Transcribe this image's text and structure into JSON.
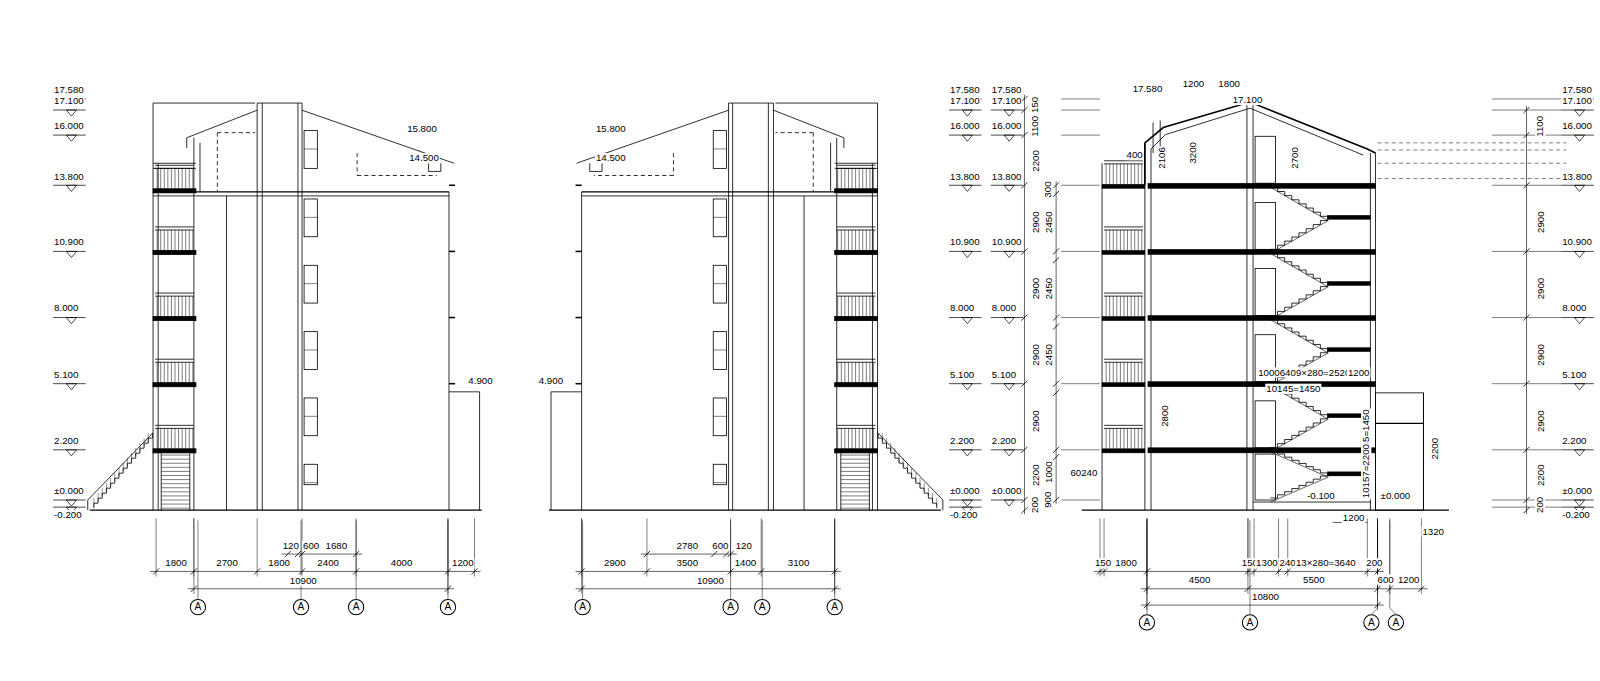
{
  "diagram": {
    "nodes": [
      {
        "text": [
          "A"
        ]
      },
      {
        "text": [
          "A"
        ]
      },
      {
        "text": [
          "A"
        ]
      },
      {
        "text": [
          "A"
        ]
      },
      {
        "text": [
          "A"
        ]
      },
      {
        "text": [
          "A"
        ]
      },
      {
        "text": [
          "A"
        ]
      },
      {
        "text": [
          "A"
        ]
      },
      {
        "text": [
          "A"
        ]
      },
      {
        "text": [
          "A"
        ]
      },
      {
        "text": [
          "A"
        ]
      },
      {
        "text": [
          "A"
        ]
      }
    ],
    "labels": [
      "17.580",
      "17.100",
      "16.000",
      "13.800",
      "10.900",
      "8.000",
      "5.100",
      "2.200",
      "±0.000",
      "-0.200",
      "15.800",
      "14.500",
      "4.900",
      "120",
      "600",
      "1680",
      "1800",
      "2700",
      "1800",
      "2400",
      "4000",
      "1200",
      "10900",
      "15.800",
      "14.500",
      "4.900",
      "2780",
      "600",
      "120",
      "2900",
      "3500",
      "1400",
      "3100",
      "10900",
      "17.580",
      "17.100",
      "16.000",
      "13.800",
      "10.900",
      "8.000",
      "5.100",
      "2.200",
      "±0.000",
      "-0.200",
      "17.580",
      "17.100",
      "16.000",
      "13.800",
      "10.900",
      "8.000",
      "5.100",
      "2.200",
      "±0.000",
      "17.580",
      "17.100",
      "16.000",
      "13.800",
      "10.900",
      "8.000",
      "5.100",
      "2.200",
      "±0.000",
      "-0.200",
      "17.580",
      "1200",
      "1800",
      "17.100",
      "400",
      "2106",
      "3200",
      "2700",
      "2800",
      "10006409×280=2520",
      "1200",
      "10145=1450",
      "10145=1450",
      "10157=2200",
      "-0.100",
      "±0.000",
      "1200",
      "1320",
      "2200",
      "60240",
      "150",
      "1800",
      "150",
      "1300",
      "240",
      "13×280=3640",
      "200",
      "4500",
      "5500",
      "600",
      "1200",
      "10800",
      "150",
      "1100",
      "2200",
      "2900",
      "2900",
      "2900",
      "2900",
      "2200",
      "200",
      "300",
      "2450",
      "2450",
      "2450",
      "1000",
      "900",
      "1100",
      "2900",
      "2900",
      "2900",
      "2900",
      "2200",
      "200"
    ]
  }
}
